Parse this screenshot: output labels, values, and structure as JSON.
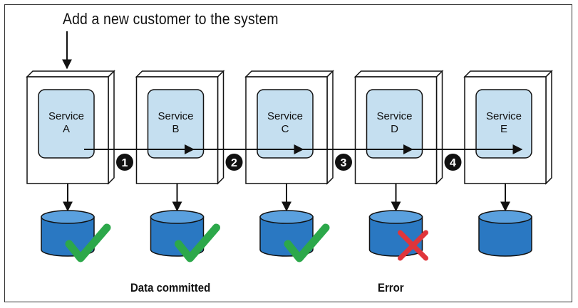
{
  "title": "Add a new customer to the system",
  "services": [
    {
      "line1": "Service",
      "line2": "A",
      "status": "committed"
    },
    {
      "line1": "Service",
      "line2": "B",
      "status": "committed"
    },
    {
      "line1": "Service",
      "line2": "C",
      "status": "committed"
    },
    {
      "line1": "Service",
      "line2": "D",
      "status": "error"
    },
    {
      "line1": "Service",
      "line2": "E",
      "status": "none"
    }
  ],
  "steps": [
    "1",
    "2",
    "3",
    "4"
  ],
  "captions": {
    "committed": "Data committed",
    "error": "Error"
  },
  "colors": {
    "service_box": "#c5dff0",
    "database": "#2a78c2",
    "database_top": "#5aa0de",
    "check": "#2ca84a",
    "cross": "#e0353b",
    "step_badge": "#111111"
  }
}
